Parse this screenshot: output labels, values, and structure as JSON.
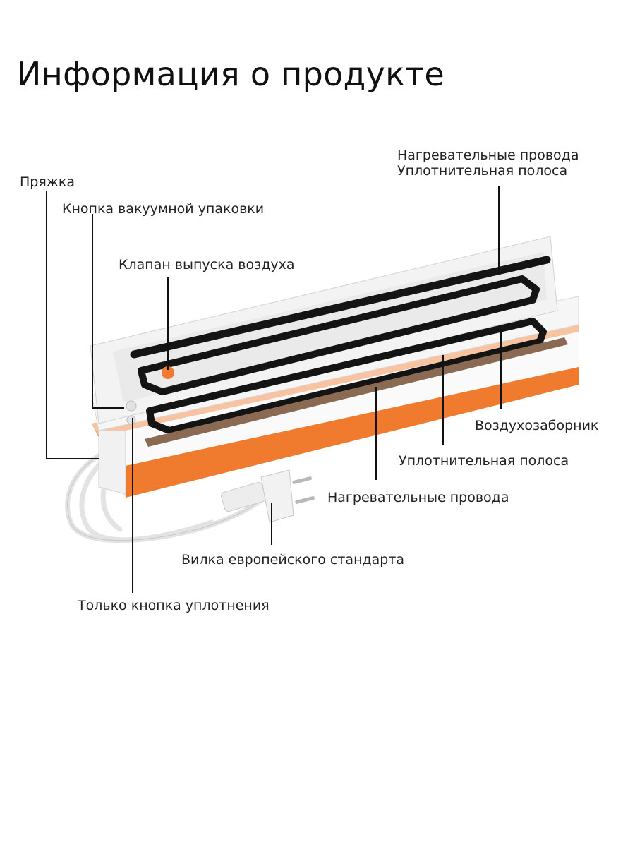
{
  "title": "Информация о продукте",
  "labels": {
    "heating_wires_top": "Нагревательные провода",
    "sealing_strip_top": "Уплотнительная полоса",
    "buckle": "Пряжка",
    "vacuum_button": "Кнопка вакуумной упаковки",
    "air_release_valve": "Клапан выпуска воздуха",
    "air_intake": "Воздухозаборник",
    "sealing_strip_bottom": "Уплотнительная полоса",
    "heating_wires_bottom": "Нагревательные провода",
    "eu_plug": "Вилка европейского стандарта",
    "seal_only_button": "Только кнопка уплотнения"
  },
  "colors": {
    "accent_orange": "#f07a2e",
    "gasket_black": "#141414",
    "heating_strip_brown": "#8a6a52",
    "device_white": "#f4f4f4",
    "leader_line": "#111111"
  }
}
